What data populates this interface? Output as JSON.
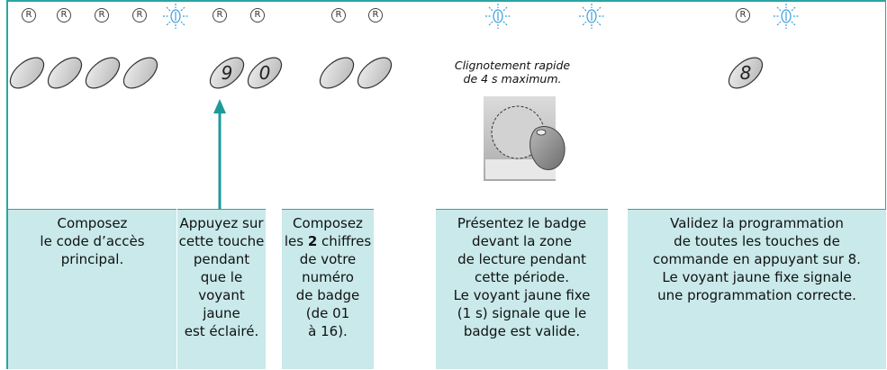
{
  "indicator_symbol": "R",
  "note": {
    "line1": "Clignotement rapide",
    "line2": "de 4 s maximum."
  },
  "keys": {
    "nine": "9",
    "zero": "0",
    "eight": "8"
  },
  "colors": {
    "frame": "#2aa5a5",
    "cell_bg": "#c9e9ea",
    "arrow": "#1f9a9a",
    "led_rays": "#3b9fdc"
  },
  "steps": [
    {
      "text": "Composez\nle code d’accès\nprincipal."
    },
    {
      "text": "Appuyez sur\ncette touche\npendant\nque le\nvoyant\njaune\nest éclairé."
    },
    {
      "pre": "Composez\nles ",
      "bold": "2",
      "post": " chiffres\nde votre\nnuméro\nde badge\n(de 01\nà 16)."
    },
    {
      "text": "Présentez le badge\ndevant la zone\nde lecture pendant\ncette période.\nLe voyant jaune fixe\n(1 s) signale que le\nbadge est valide."
    },
    {
      "text": "Validez la programmation\nde toutes les touches de\ncommande en appuyant sur 8.\nLe voyant jaune fixe signale\nune programmation correcte."
    }
  ]
}
